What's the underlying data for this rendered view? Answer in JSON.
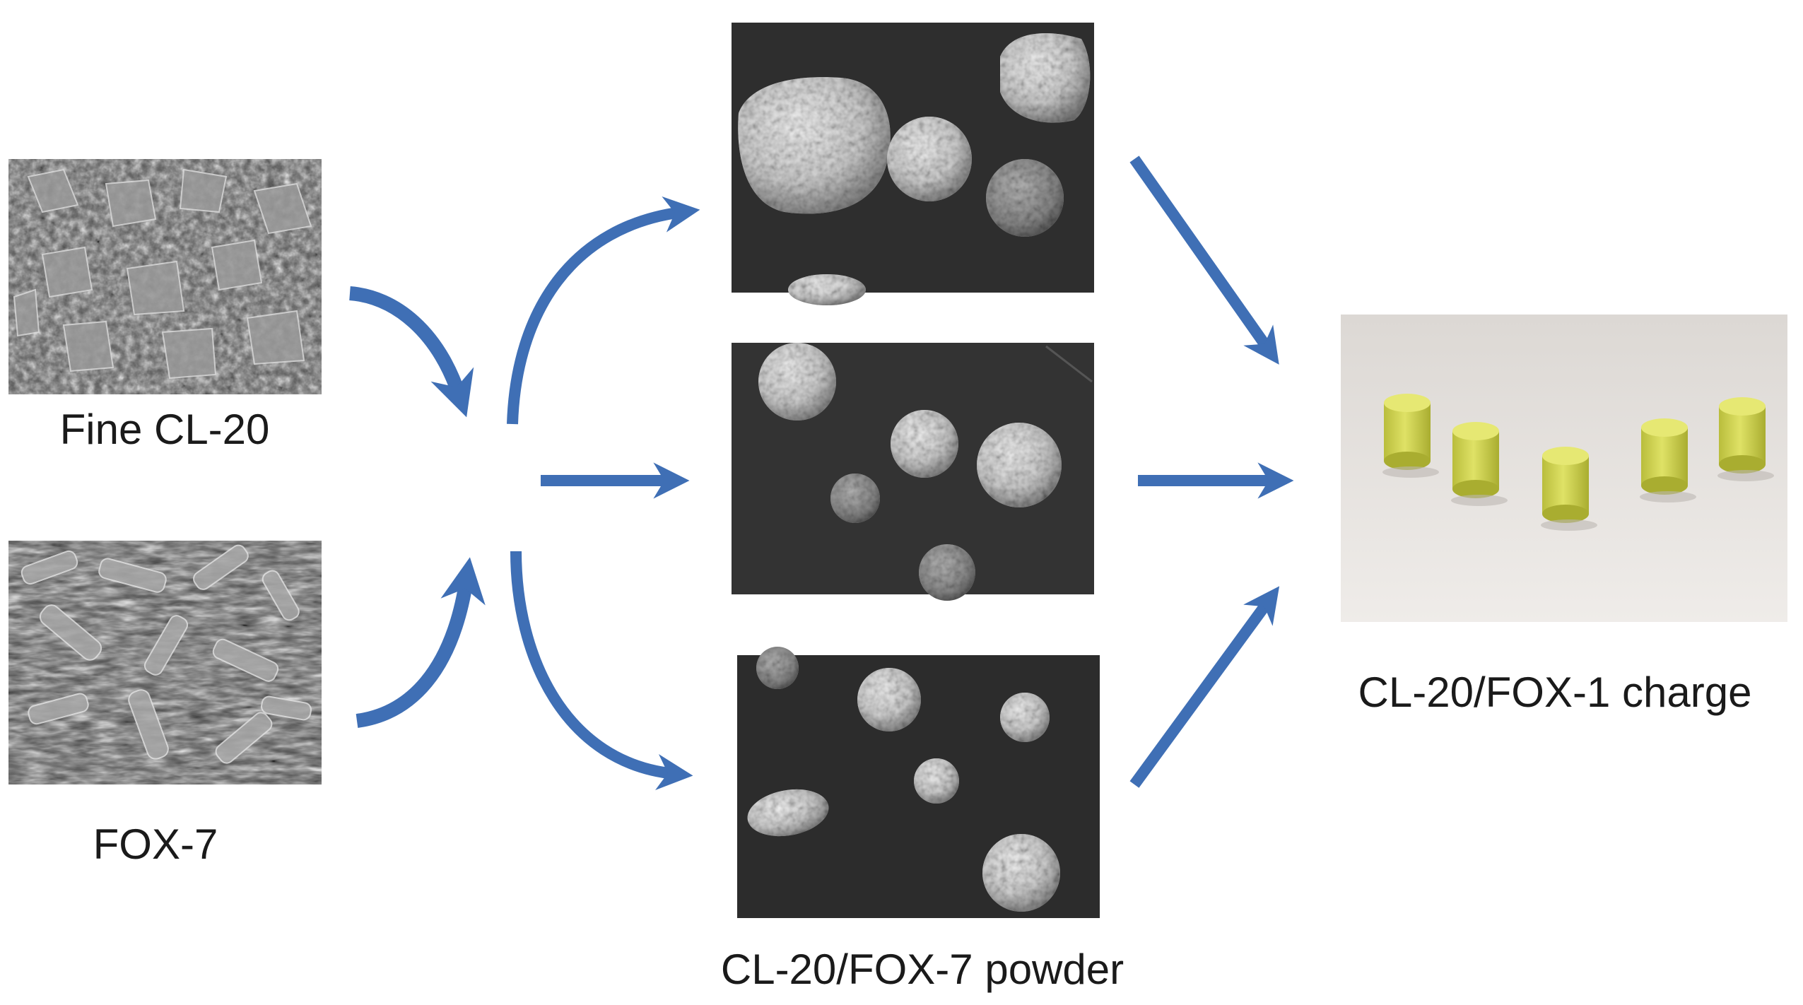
{
  "inputs": {
    "fine_cl20": {
      "label": "Fine CL-20"
    },
    "fox7": {
      "label": "FOX-7"
    }
  },
  "powder": {
    "label": "CL-20/FOX-7 powder"
  },
  "charge": {
    "label": "CL-20/FOX-1 charge"
  },
  "colors": {
    "arrow": "#3f6fb5",
    "sem_background": "#2b2b2b",
    "charge_pellet": "#d8db5a",
    "charge_background": "#e9e6e3"
  }
}
